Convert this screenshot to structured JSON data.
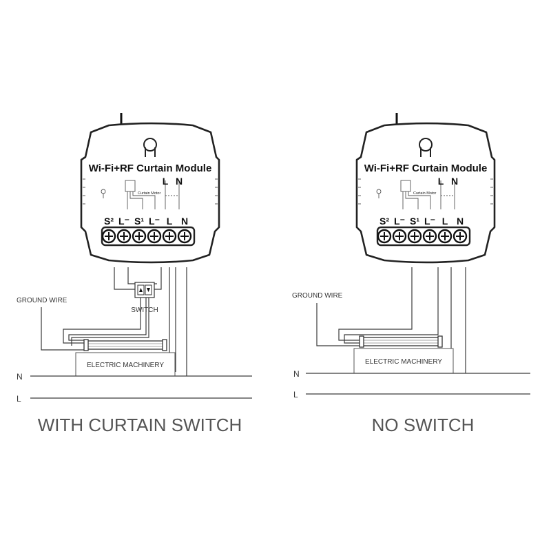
{
  "module": {
    "title": "Wi-Fi+RF Curtain Module",
    "motor_label": "Curtain Motor",
    "top_L": "L",
    "top_N": "N",
    "terminals": [
      "S²",
      "L⁻",
      "S¹",
      "L⁻",
      "L",
      "N"
    ]
  },
  "left_panel": {
    "ground_wire": "GROUND WIRE",
    "switch_label": "SWITCH",
    "switch_buttons": "▲▼",
    "machinery": "ELECTRIC MACHINERY",
    "rail_n": "N",
    "rail_l": "L",
    "caption": "WITH CURTAIN SWITCH"
  },
  "right_panel": {
    "ground_wire": "GROUND WIRE",
    "machinery": "ELECTRIC MACHINERY",
    "rail_n": "N",
    "rail_l": "L",
    "caption": "NO SWITCH"
  },
  "colors": {
    "line": "#3a3a3a",
    "outline": "#222222",
    "caption": "#555555"
  }
}
